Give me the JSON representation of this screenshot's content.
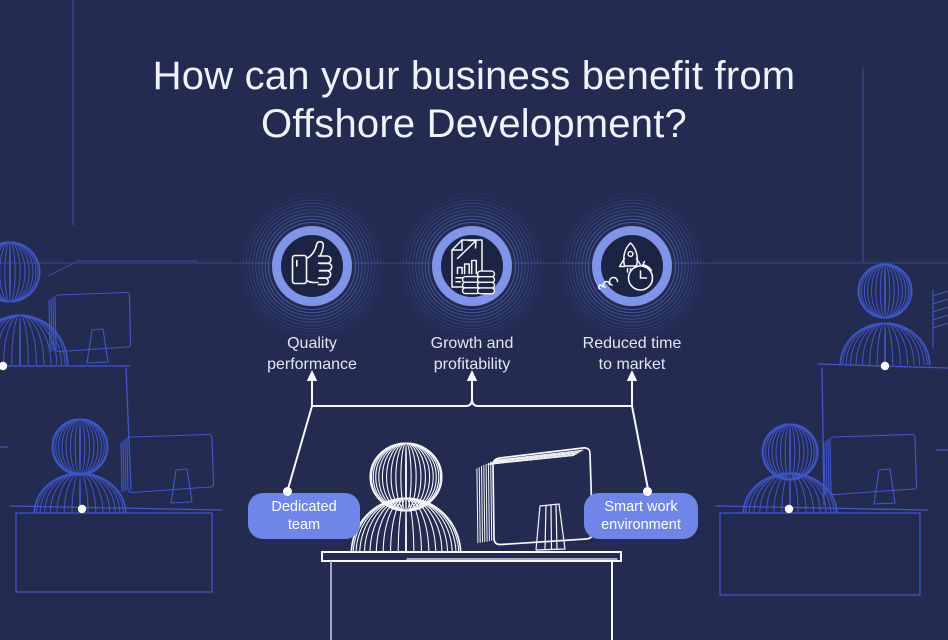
{
  "page": {
    "title_line1": "How can your business benefit from",
    "title_line2": "Offshore Development?"
  },
  "benefits": [
    {
      "name": "quality-performance",
      "icon": "thumbs-up-icon",
      "lines": [
        "Quality",
        "performance"
      ]
    },
    {
      "name": "growth-profitability",
      "icon": "growth-chart-coins-icon",
      "lines": [
        "Growth and",
        "profitability"
      ]
    },
    {
      "name": "reduced-time-to-market",
      "icon": "rocket-launch-clock-icon",
      "lines": [
        "Reduced time",
        "to market"
      ]
    }
  ],
  "badges": [
    {
      "name": "dedicated-team",
      "lines": [
        "Dedicated",
        "team"
      ]
    },
    {
      "name": "smart-work-environment",
      "lines": [
        "Smart work",
        "environment"
      ]
    }
  ],
  "colors": {
    "background": "#232B51",
    "ring": "#8095EA",
    "ring_inner": "#1C2444",
    "ripple": "#6078DC",
    "badge": "#6F86E8",
    "line_art_blue": "#4156C8",
    "grid_line": "#3A4CA8",
    "connector_white": "#F7F8FC",
    "text": "#EFF2F8"
  }
}
